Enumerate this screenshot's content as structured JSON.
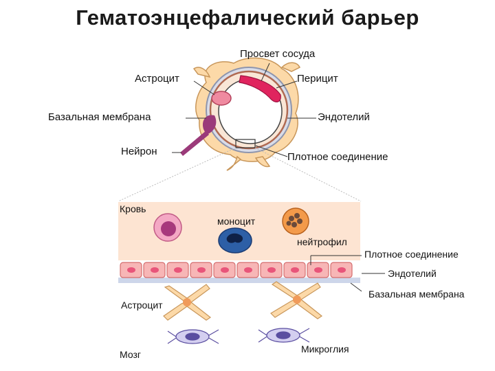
{
  "title": "Гематоэнцефалический барьер",
  "vessel_labels": {
    "lumen": "Просвет сосуда",
    "astrocyte": "Астроцит",
    "pericyte": "Перицит",
    "basal_membrane": "Базальная мембрана",
    "endothelium": "Эндотелий",
    "neuron": "Нейрон",
    "tight_junction": "Плотное соединение"
  },
  "detail_labels": {
    "blood": "Кровь",
    "monocyte": "моноцит",
    "neutrophil": "нейтрофил",
    "tight_junction": "Плотное соединение",
    "endothelium": "Эндотелий",
    "basal_membrane": "Базальная мембрана",
    "astrocyte": "Астроцит",
    "brain": "Мозг",
    "microglia": "Микроглия"
  },
  "colors": {
    "blood_bg": "#fde4d2",
    "endothelium": "#f7b6b6",
    "endothelium_border": "#e07a7a",
    "nucleus": "#e8557a",
    "basal_membrane": "#b8c9e8",
    "astrocyte": "#fcd9a8",
    "astrocyte_border": "#c8965a",
    "pericyte": "#e0245e",
    "neuron": "#9b3a7a",
    "monocyte": "#2d5fa6",
    "neutrophil": "#f39a4a",
    "microglia": "#5a4ea0"
  }
}
